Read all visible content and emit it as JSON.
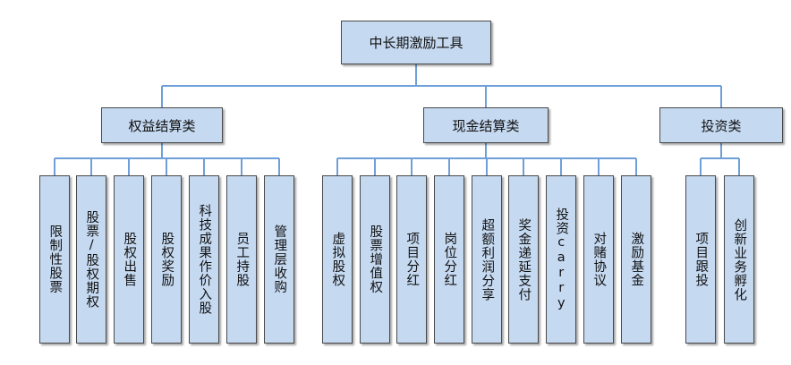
{
  "root": {
    "label": "中长期激励工具"
  },
  "categories": [
    {
      "label": "权益结算类",
      "items": [
        "限制性股票",
        "股票/股权期权",
        "股权出售",
        "股权奖励",
        "科技成果作价入股",
        "员工持股",
        "管理层收购"
      ]
    },
    {
      "label": "现金结算类",
      "items": [
        "虚拟股权",
        "股票增值权",
        "项目分红",
        "岗位分红",
        "超额利润分享",
        "奖金递延支付",
        "投资carry",
        "对赌协议",
        "激励基金"
      ]
    },
    {
      "label": "投资类",
      "items": [
        "项目跟投",
        "创新业务孵化"
      ]
    }
  ],
  "colors": {
    "box_fill": "#c5d9f1",
    "box_border": "#4a4a4a",
    "line": "#6f9fd8"
  }
}
